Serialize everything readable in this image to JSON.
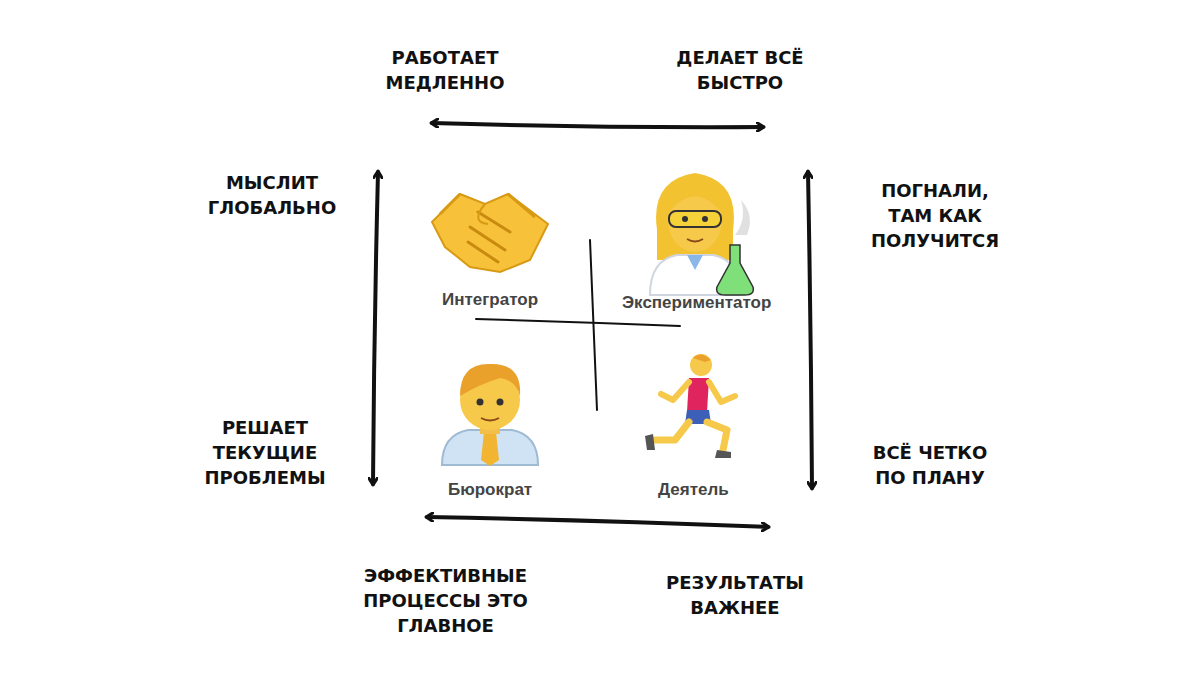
{
  "diagram": {
    "labels": [
      "РАБОТАЕТ МЕДЛЕННО",
      "ДЕЛАЕТ ВСЁ БЫСТРО",
      "МЫСЛИТ ГЛОБАЛЬНО",
      "ПОГНАЛИ, ТАМ КАК ПОЛУЧИТСЯ",
      "Интегратор",
      "Экспериментатор",
      "Бюрократ",
      "Деятель",
      "РЕШАЕТ ТЕКУЩИЕ ПРОБЛЕМЫ",
      "ВСЁ ЧЕТКО ПО ПЛАНУ",
      "ЭФФЕКТИВНЫЕ ПРОЦЕССЫ ЭТО ГЛАВНОЕ",
      "РЕЗУЛЬТАТЫ ВАЖНЕЕ"
    ]
  }
}
